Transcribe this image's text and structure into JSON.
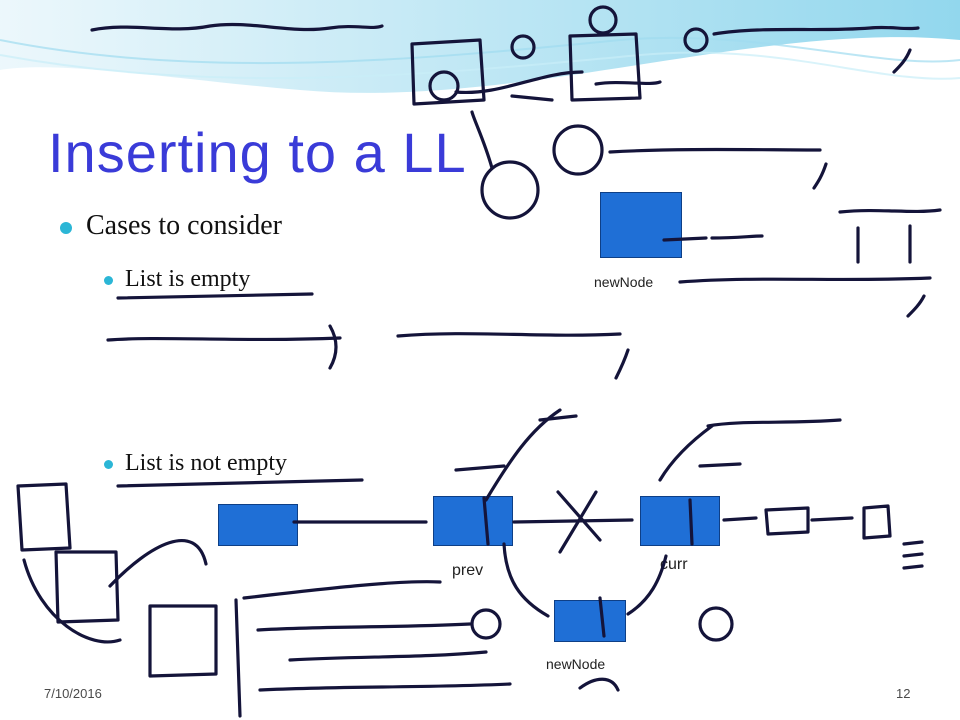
{
  "slide": {
    "title": "Inserting to a LL",
    "bullet_main": "Cases to consider",
    "bullet_empty": "List is empty",
    "bullet_not_empty": "List is not empty",
    "date": "7/10/2016",
    "page_number": "12"
  },
  "diagram": {
    "newnode_label_top": "newNode",
    "newnode_label_bottom": "newNode",
    "prev_label": "prev",
    "curr_label": "curr"
  },
  "colors": {
    "title": "#3a3bd8",
    "bullet": "#2bb6d6",
    "node_fill": "#1f6fd6",
    "ink": "#14143a"
  }
}
